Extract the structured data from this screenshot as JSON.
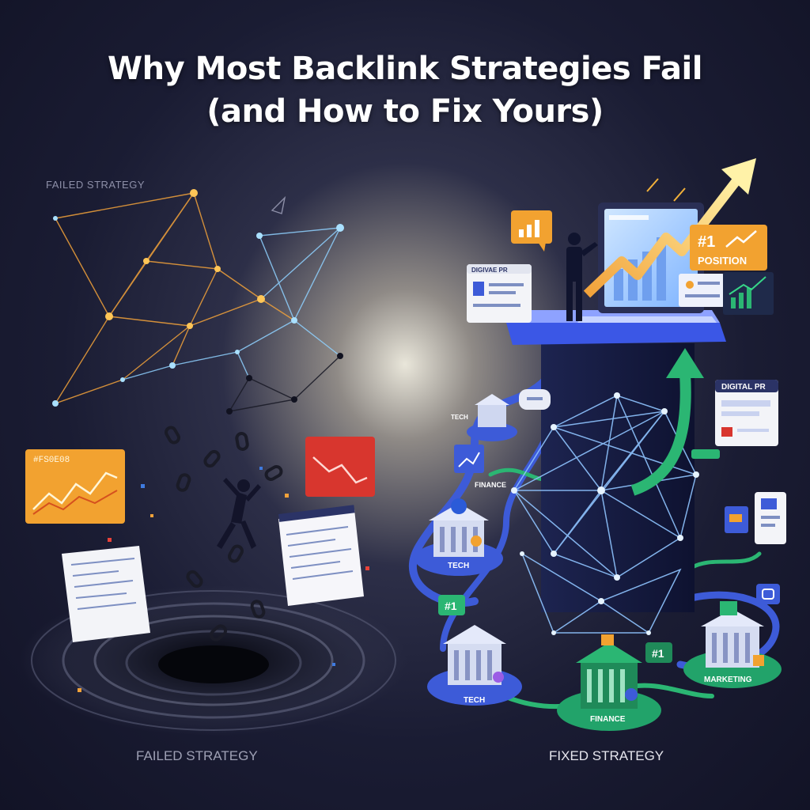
{
  "title": {
    "line1": "Why Most Backlink Strategies Fail",
    "line2": "(and How to Fix Yours)"
  },
  "labels": {
    "failed_top": "FAILED STRATEGY",
    "failed_bottom": "FAILED STRATEGY",
    "fixed_bottom": "FIXED STRATEGY"
  },
  "cards": {
    "failed_orange": "#FS0E08",
    "rank": "#1",
    "position": "POSITION",
    "digital_pr_top": "DIGIVAE PR",
    "digital_pr_right": "DIGITAL PR",
    "tech_small": "TECH",
    "finance_small": "FINANCE",
    "tech_building": "TECH",
    "finance_building": "FINANCE",
    "marketing_building": "MARKETING",
    "tech_bottom": "TECH",
    "rank_badge_left": "#1",
    "rank_badge_mid": "#1"
  },
  "colors": {
    "failed_network": "#f5a623",
    "fixed_network": "#6fa8ff",
    "fix_arrow": "#ffd84a",
    "growth_arrow": "#2bb673",
    "path_blue": "#3d5bd8"
  }
}
